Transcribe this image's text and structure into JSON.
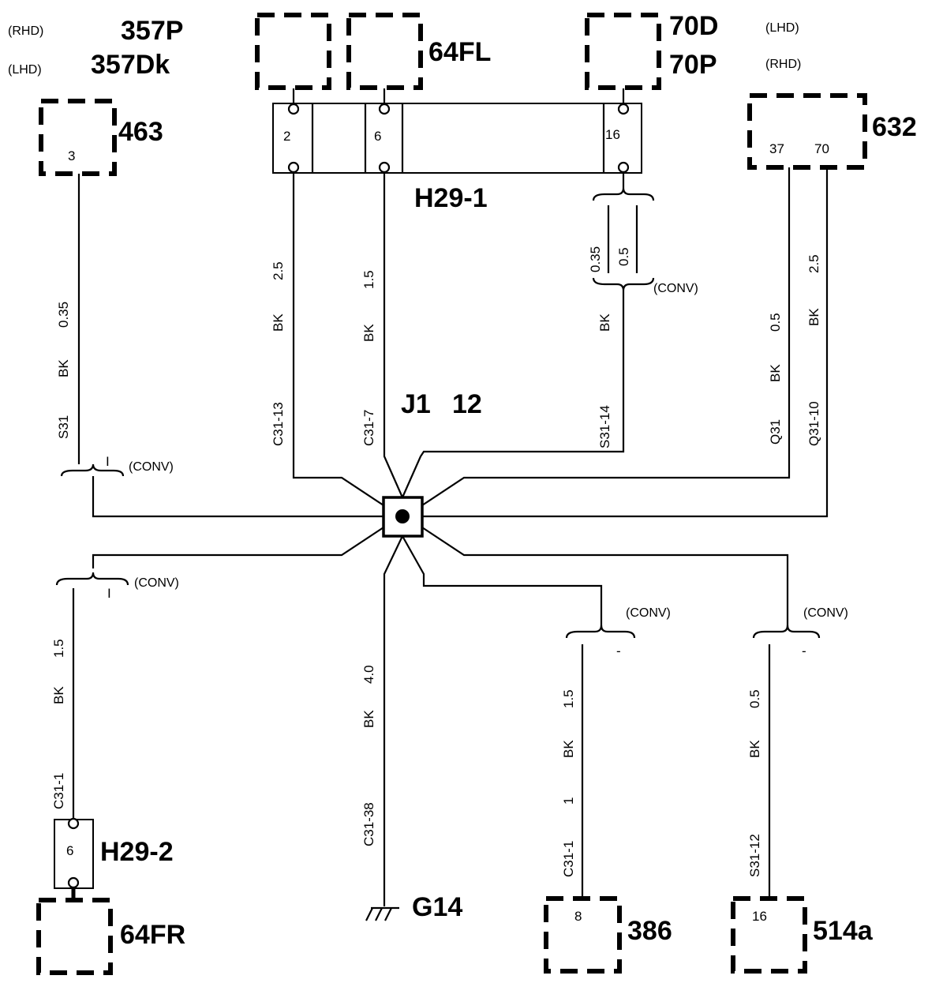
{
  "components": {
    "c357p": "357P",
    "c357dk": "357Dk",
    "rhd_left": "(RHD)",
    "lhd_left": "(LHD)",
    "c463": "463",
    "c64fl": "64FL",
    "c70d": "70D",
    "c70p": "70P",
    "lhd_right": "(LHD)",
    "rhd_right": "(RHD)",
    "c632": "632",
    "h29_1": "H29-1",
    "j1": "J1",
    "j1_pin": "12",
    "h29_2": "H29-2",
    "c64fr": "64FR",
    "g14": "G14",
    "c386": "386",
    "c514a": "514a"
  },
  "pins": {
    "p463": "3",
    "h29_1_a": "2",
    "h29_1_b": "6",
    "h29_1_c": "16",
    "p632_a": "37",
    "p632_b": "70",
    "h29_2": "6",
    "p386": "8",
    "p514a": "16"
  },
  "wires": {
    "w463": [
      "0.35",
      "BK",
      "S31"
    ],
    "w2": [
      "2.5",
      "BK",
      "C31-13"
    ],
    "w6": [
      "1.5",
      "BK",
      "C31-7"
    ],
    "w16_a": "0.35",
    "w16_b": "0.5",
    "w16": [
      "BK",
      "S31-14"
    ],
    "w37": [
      "0.5",
      "BK",
      "Q31"
    ],
    "w70": [
      "2.5",
      "BK",
      "Q31-10"
    ],
    "wh29_2": [
      "1.5",
      "BK",
      "C31-1"
    ],
    "wg14": [
      "4.0",
      "BK",
      "C31-38"
    ],
    "w386": [
      "1.5",
      "BK",
      "1",
      "C31-1"
    ],
    "w514a": [
      "0.5",
      "BK",
      "S31-12"
    ]
  },
  "conv": "(CONV)",
  "conv_mark": "I",
  "conv_mark2": "-"
}
